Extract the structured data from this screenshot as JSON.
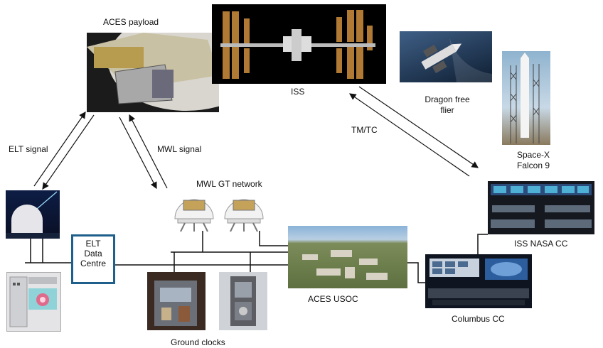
{
  "labels": {
    "aces_payload": "ACES payload",
    "iss": "ISS",
    "dragon_line1": "Dragon free",
    "dragon_line2": "flier",
    "spacex_line1": "Space-X",
    "spacex_line2": "Falcon 9",
    "tm_tc": "TM/TC",
    "elt_signal": "ELT signal",
    "mwl_signal": "MWL signal",
    "mwl_gt_network": "MWL GT network",
    "elt_centre_line1": "ELT",
    "elt_centre_line2": "Data",
    "elt_centre_line3": "Centre",
    "aces_usoc": "ACES USOC",
    "iss_nasa_cc": "ISS NASA CC",
    "columbus_cc": "Columbus CC",
    "ground_clocks": "Ground clocks"
  },
  "colors": {
    "elt_box_border": "#1f5f8b",
    "line": "#111111"
  }
}
